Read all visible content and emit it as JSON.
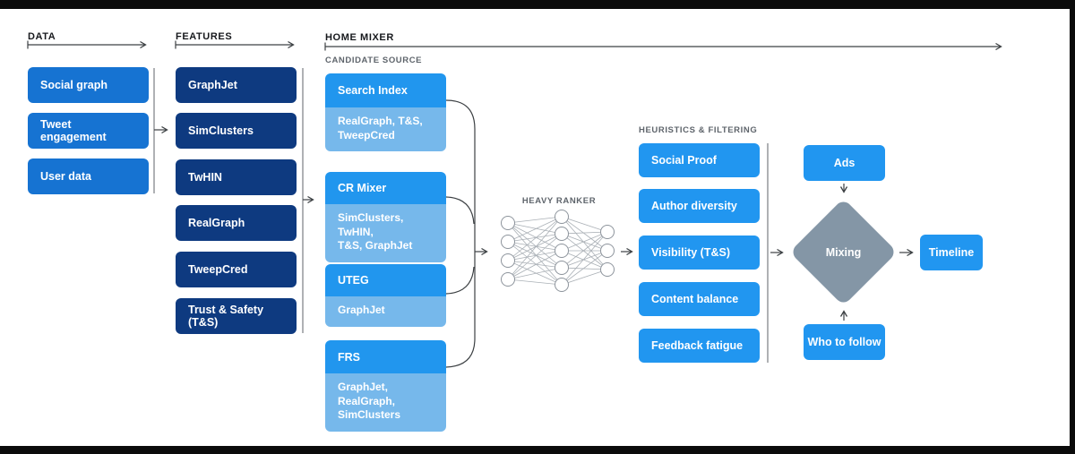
{
  "palette": {
    "data_box": "#1673d2",
    "features_box": "#0e3a80",
    "candidate_header": "#2196ee",
    "candidate_sub": "#76b8eb",
    "filter_box": "#2196f0",
    "diamond_fill": "#8496a6"
  },
  "data_col": {
    "header": "DATA",
    "items": [
      "Social graph",
      "Tweet engagement",
      "User data"
    ]
  },
  "features_col": {
    "header": "FEATURES",
    "items": [
      "GraphJet",
      "SimClusters",
      "TwHIN",
      "RealGraph",
      "TweepCred",
      "Trust & Safety (T&S)"
    ]
  },
  "home_mixer": {
    "header": "HOME MIXER",
    "candidate_source": {
      "label": "CANDIDATE SOURCE",
      "boxes": [
        {
          "title": "Search Index",
          "sub": "RealGraph, T&S,\nTweepCred"
        },
        {
          "title": "CR Mixer",
          "sub": "SimClusters, TwHIN,\nT&S, GraphJet"
        },
        {
          "title": "UTEG",
          "sub": "GraphJet"
        },
        {
          "title": "FRS",
          "sub": "GraphJet, RealGraph,\nSimClusters"
        }
      ]
    },
    "heavy_ranker": {
      "label": "HEAVY RANKER"
    },
    "heuristics": {
      "label": "HEURISTICS & FILTERING",
      "boxes": [
        "Social Proof",
        "Author diversity",
        "Visibility (T&S)",
        "Content balance",
        "Feedback fatigue"
      ]
    },
    "mixing": {
      "ads": "Ads",
      "diamond": "Mixing",
      "who_to_follow": "Who to follow",
      "timeline": "Timeline"
    }
  }
}
